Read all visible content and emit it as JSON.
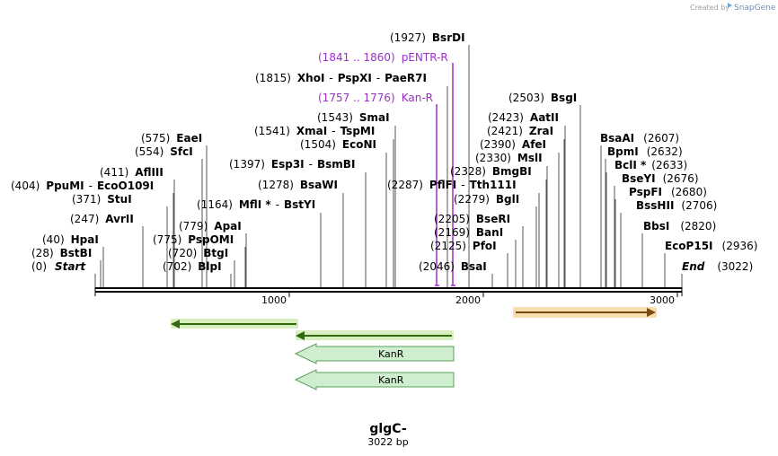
{
  "credit": "Created by",
  "brand": "SnapGene",
  "title": "glgC-",
  "subtitle": "3022 bp",
  "length": 3022,
  "scale_ticks": [
    "1000",
    "2000",
    "3000"
  ],
  "sites": [
    {
      "pos": "(1927)",
      "name": "BsrDI"
    },
    {
      "pos": "(1815)",
      "name": "XhoI",
      "parts": [
        "XhoI",
        "PspXI",
        "PaeR7I"
      ]
    },
    {
      "pos": "(1543)",
      "name": "SmaI"
    },
    {
      "pos": "(1541)",
      "name": "XmaI",
      "parts": [
        "XmaI",
        "TspMI"
      ]
    },
    {
      "pos": "(1504)",
      "name": "EcoNI"
    },
    {
      "pos": "(1397)",
      "name": "Esp3I",
      "parts": [
        "Esp3I",
        "BsmBI"
      ]
    },
    {
      "pos": "(1278)",
      "name": "BsaWI"
    },
    {
      "pos": "(1164)",
      "name": "MflI *",
      "parts": [
        "MflI *",
        "BstYI"
      ]
    },
    {
      "pos": "(575)",
      "name": "EaeI"
    },
    {
      "pos": "(554)",
      "name": "SfcI"
    },
    {
      "pos": "(411)",
      "name": "AflIII"
    },
    {
      "pos": "(404)",
      "name": "PpuMI",
      "parts": [
        "PpuMI",
        "EcoO109I"
      ]
    },
    {
      "pos": "(371)",
      "name": "StuI"
    },
    {
      "pos": "(247)",
      "name": "AvrII"
    },
    {
      "pos": "(40)",
      "name": "HpaI"
    },
    {
      "pos": "(28)",
      "name": "BstBI"
    },
    {
      "pos": "(0)",
      "name": "Start"
    },
    {
      "pos": "(779)",
      "name": "ApaI"
    },
    {
      "pos": "(775)",
      "name": "PspOMI"
    },
    {
      "pos": "(720)",
      "name": "BtgI"
    },
    {
      "pos": "(702)",
      "name": "BlpI"
    },
    {
      "pos": "(2503)",
      "name": "BsgI"
    },
    {
      "pos": "(2423)",
      "name": "AatII"
    },
    {
      "pos": "(2421)",
      "name": "ZraI"
    },
    {
      "pos": "(2390)",
      "name": "AfeI"
    },
    {
      "pos": "(2330)",
      "name": "MslI"
    },
    {
      "pos": "(2328)",
      "name": "BmgBI"
    },
    {
      "pos": "(2287)",
      "name": "PflFI",
      "parts": [
        "PflFI",
        "Tth111I"
      ]
    },
    {
      "pos": "(2279)",
      "name": "BglI"
    },
    {
      "pos": "(2205)",
      "name": "BseRI"
    },
    {
      "pos": "(2169)",
      "name": "BanI"
    },
    {
      "pos": "(2125)",
      "name": "PfoI"
    },
    {
      "pos": "(2046)",
      "name": "BsaI"
    },
    {
      "pos": "(2607)",
      "name": "BsaAI"
    },
    {
      "pos": "(2632)",
      "name": "BpmI"
    },
    {
      "pos": "(2633)",
      "name": "BclI *"
    },
    {
      "pos": "(2676)",
      "name": "BseYI"
    },
    {
      "pos": "(2680)",
      "name": "PspFI"
    },
    {
      "pos": "(2706)",
      "name": "BssHII"
    },
    {
      "pos": "(2820)",
      "name": "BbsI"
    },
    {
      "pos": "(2936)",
      "name": "EcoP15I"
    },
    {
      "pos": "(3022)",
      "name": "End"
    }
  ],
  "primers": [
    {
      "range": "(1841 .. 1860)",
      "name": "pENTR-R"
    },
    {
      "range": "(1757 .. 1776)",
      "name": "Kan-R"
    }
  ],
  "features": [
    {
      "name": "KanR"
    },
    {
      "name": "KanR"
    }
  ],
  "colors": {
    "primer": "#9b30c8",
    "green_arrow": "#5a9a1a",
    "orange_arrow": "#e8a23a",
    "feature_fill": "#cfeecf",
    "feature_stroke": "#5aa05a"
  }
}
